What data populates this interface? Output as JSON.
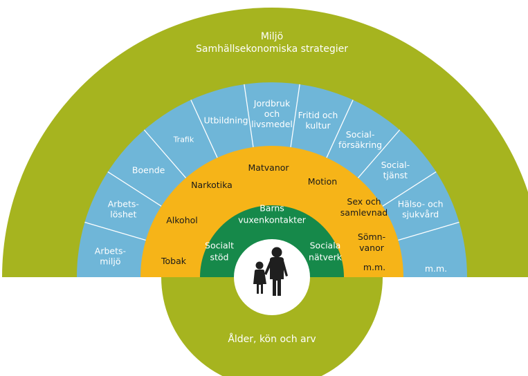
{
  "colors": {
    "outer": "#a6b41f",
    "blue": "#6fb6d8",
    "yellow": "#f6b418",
    "green": "#16894a",
    "white": "#ffffff",
    "figure": "#1f1f1f",
    "divider": "#ffffff"
  },
  "outer_ring": {
    "line1": "Miljö",
    "line2": "Samhällsekonomiska strategier"
  },
  "bottom": {
    "label": "Ålder, kön och arv"
  },
  "blue_ring": {
    "segments": [
      {
        "lines": [
          "Arbets-",
          "miljö"
        ]
      },
      {
        "lines": [
          "Arbets-",
          "löshet"
        ]
      },
      {
        "lines": [
          "Boende"
        ]
      },
      {
        "lines": [
          "Trafik"
        ]
      },
      {
        "lines": [
          "Utbildning"
        ]
      },
      {
        "lines": [
          "Jordbruk",
          "och",
          "livsmedel"
        ]
      },
      {
        "lines": [
          "Fritid och",
          "kultur"
        ]
      },
      {
        "lines": [
          "Social-",
          "försäkring"
        ]
      },
      {
        "lines": [
          "Social-",
          "tjänst"
        ]
      },
      {
        "lines": [
          "Hälso- och",
          "sjukvård"
        ]
      },
      {
        "lines": [
          "m.m."
        ]
      }
    ]
  },
  "yellow_ring": {
    "items": [
      {
        "lines": [
          "Tobak"
        ]
      },
      {
        "lines": [
          "Alkohol"
        ]
      },
      {
        "lines": [
          "Narkotika"
        ]
      },
      {
        "lines": [
          "Matvanor"
        ]
      },
      {
        "lines": [
          "Motion"
        ]
      },
      {
        "lines": [
          "Sex och",
          "samlevnad"
        ]
      },
      {
        "lines": [
          "Sömn-",
          "vanor"
        ]
      },
      {
        "lines": [
          "m.m."
        ]
      }
    ]
  },
  "green_ring": {
    "top": {
      "lines": [
        "Barns",
        "vuxenkontakter"
      ]
    },
    "left": {
      "lines": [
        "Socialt",
        "stöd"
      ]
    },
    "right": {
      "lines": [
        "Sociala",
        "nätverk"
      ]
    }
  },
  "center": {
    "icon": "parent-child-icon"
  }
}
